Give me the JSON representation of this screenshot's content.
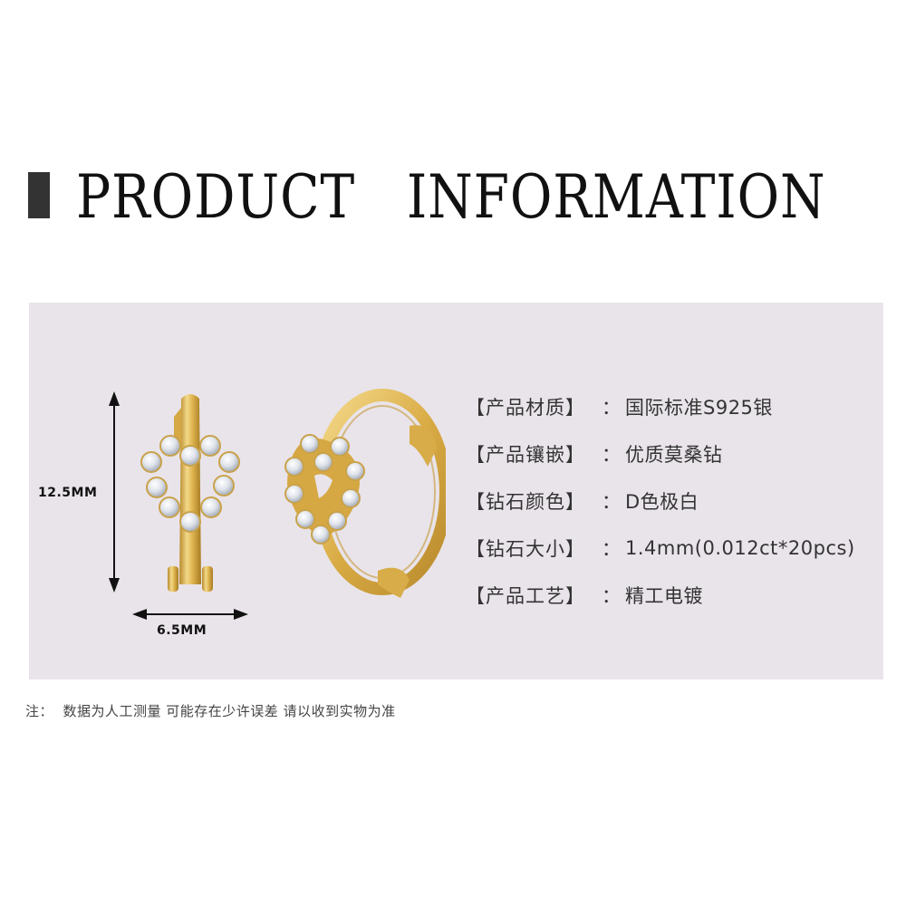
{
  "header": {
    "title": "PRODUCT   INFORMATION"
  },
  "dimensions": {
    "height_label": "12.5MM",
    "width_label": "6.5MM"
  },
  "specs": [
    {
      "label": "【产品材质】",
      "colon": "：",
      "value": "国际标准S925银"
    },
    {
      "label": "【产品镶嵌】",
      "colon": "：",
      "value": "优质莫桑钻"
    },
    {
      "label": "【钻石颜色】",
      "colon": "：",
      "value": "D色极白"
    },
    {
      "label": "【钻石大小】",
      "colon": "：",
      "value": "1.4mm(0.012ct*20pcs)"
    },
    {
      "label": "【产品工艺】",
      "colon": "：",
      "value": "精工电镀"
    }
  ],
  "footnote": "注：  数据为人工测量 可能存在少许误差 请以收到实物为准",
  "colors": {
    "panel_bg": "#e9e4ea",
    "gold": "#e3b94f",
    "header_bar": "#333333"
  }
}
